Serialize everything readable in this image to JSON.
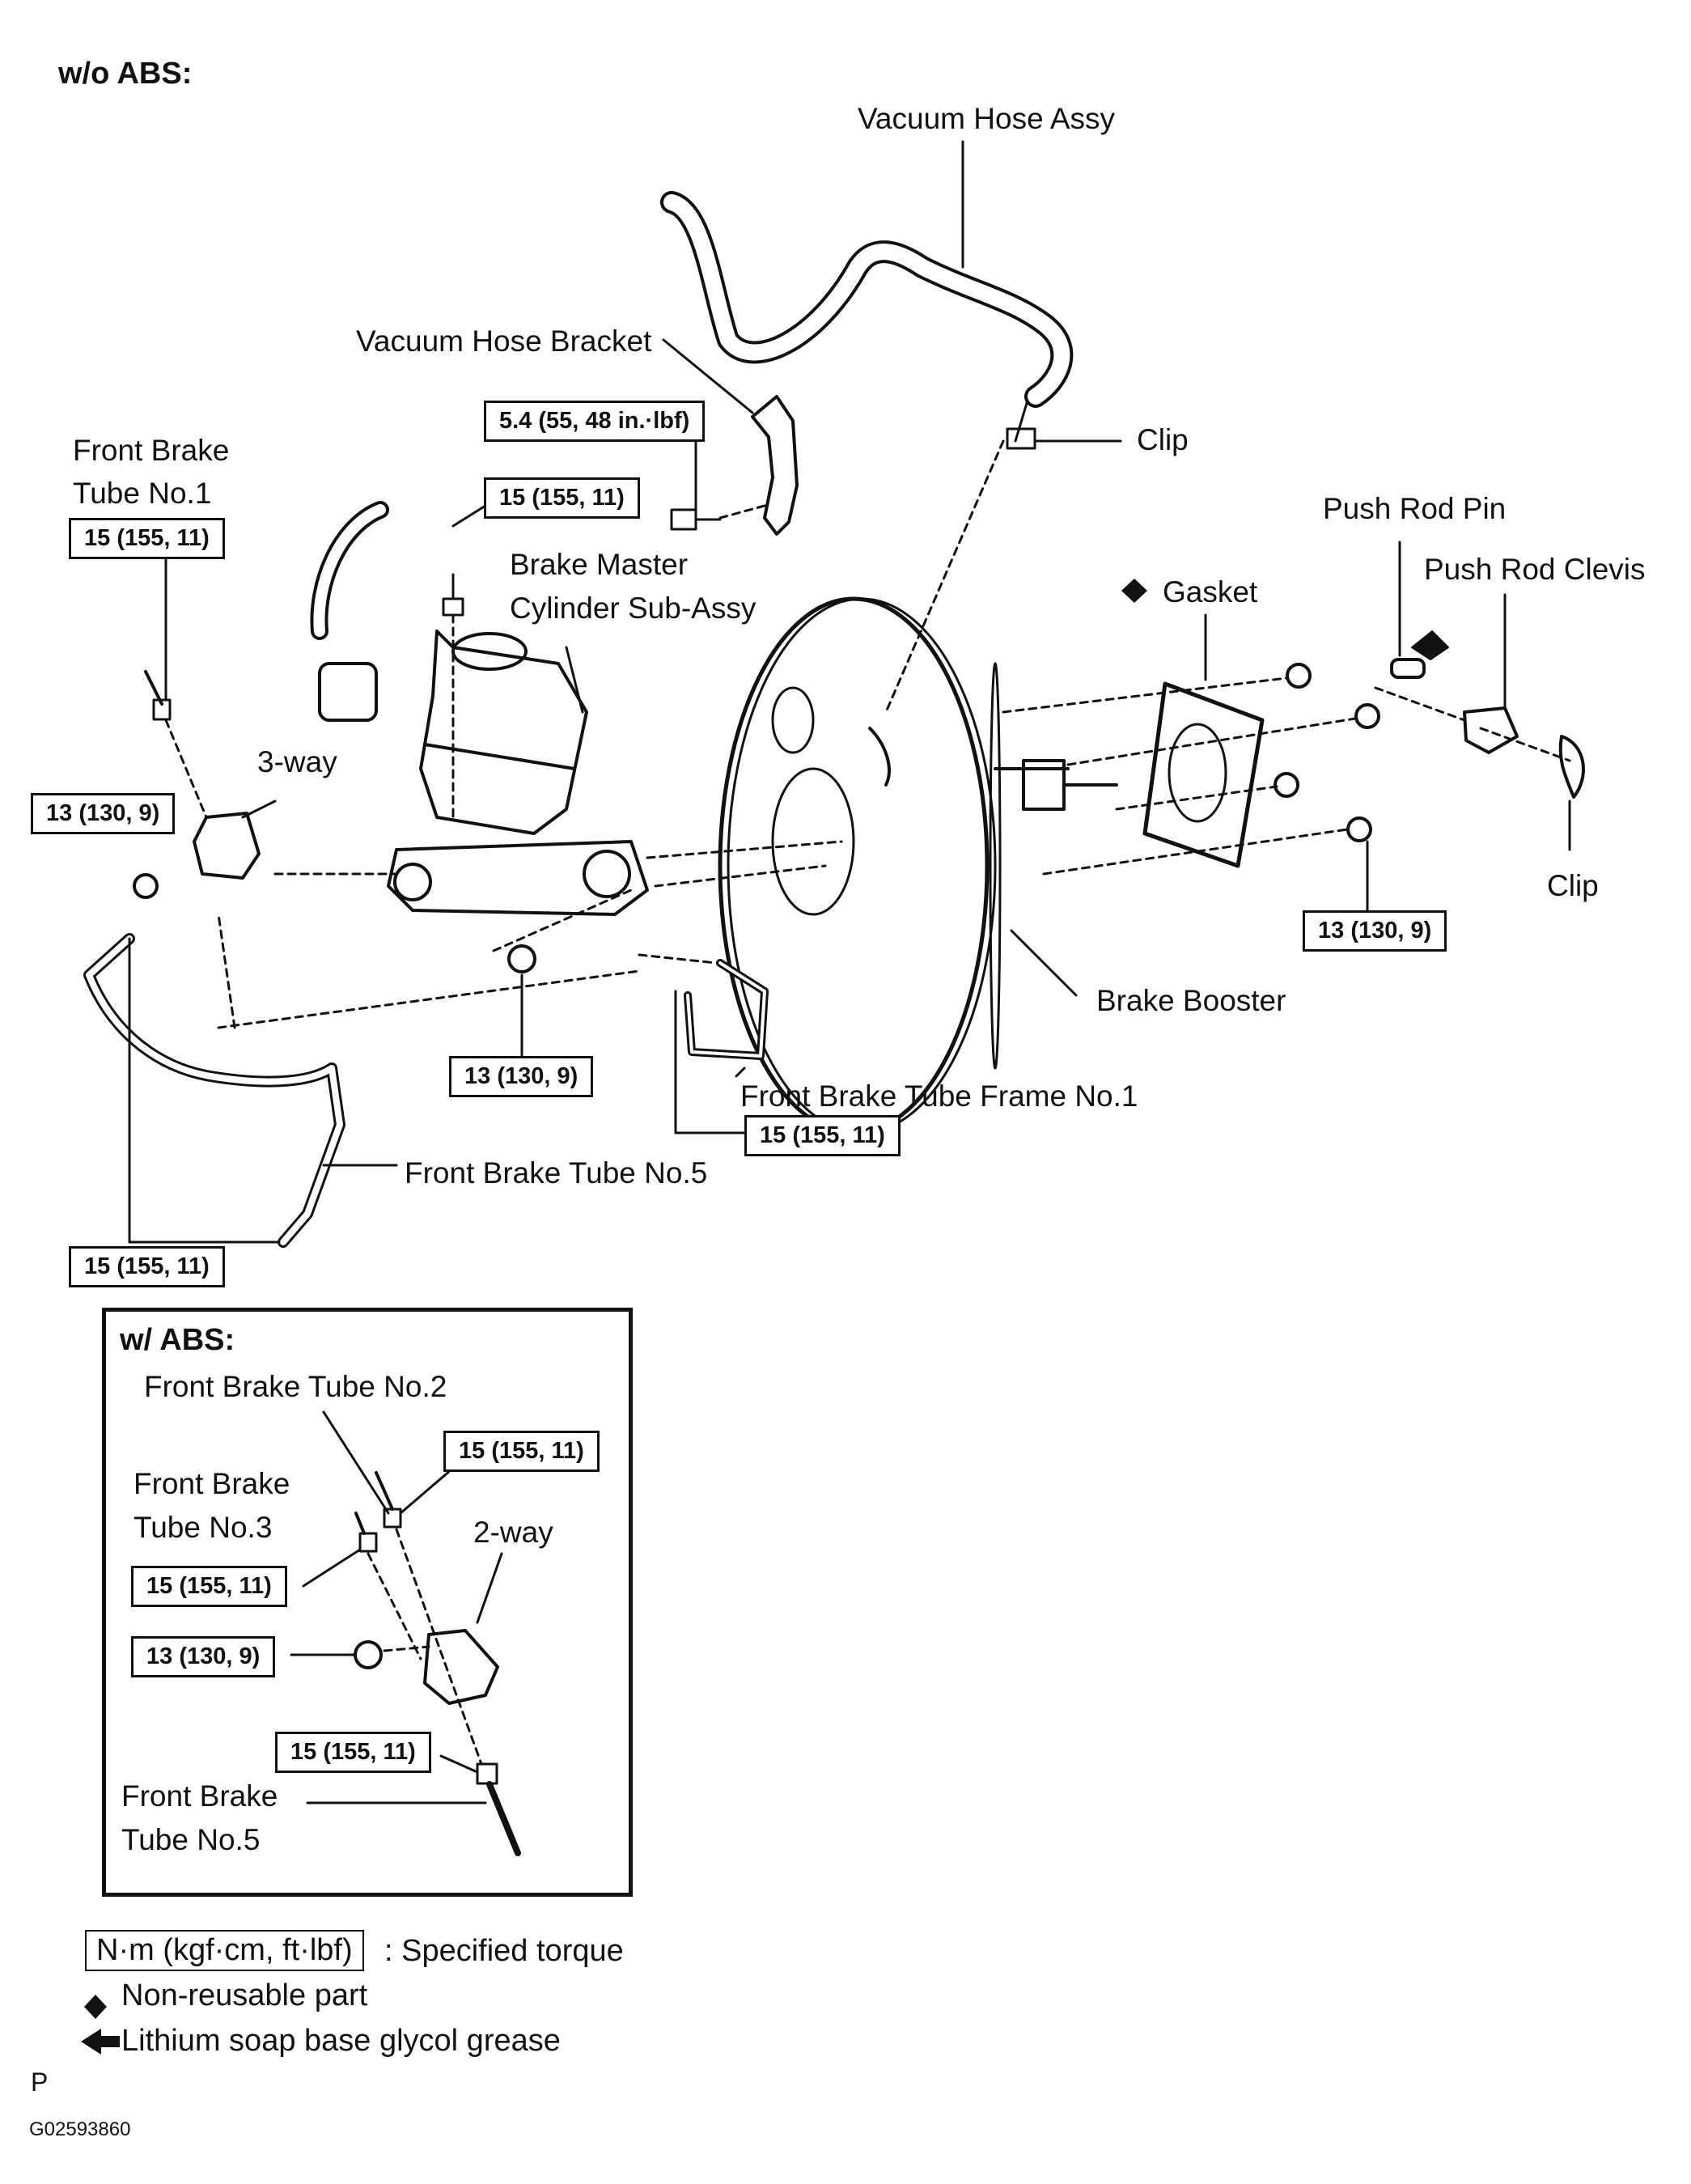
{
  "section_wo_abs": "w/o ABS:",
  "section_w_abs": "w/ ABS:",
  "labels": {
    "vacuum_hose_assy": "Vacuum Hose Assy",
    "vacuum_hose_bracket": "Vacuum Hose Bracket",
    "clip_top": "Clip",
    "front_brake_tube_no1_a": "Front Brake",
    "front_brake_tube_no1_b": "Tube No.1",
    "brake_master_a": "Brake Master",
    "brake_master_b": "Cylinder Sub-Assy",
    "push_rod_pin": "Push Rod Pin",
    "push_rod_clevis": "Push Rod Clevis",
    "gasket": "Gasket",
    "three_way": "3-way",
    "clip_right": "Clip",
    "brake_booster": "Brake Booster",
    "front_brake_tube_frame": "Front Brake Tube  Frame No.1",
    "front_brake_tube_no5": "Front Brake Tube No.5",
    "inset_front_brake_tube_no2": "Front Brake Tube No.2",
    "inset_front_brake_tube_no3_a": "Front Brake",
    "inset_front_brake_tube_no3_b": "Tube No.3",
    "inset_two_way": "2-way",
    "inset_front_brake_tube_no5_a": "Front Brake",
    "inset_front_brake_tube_no5_b": "Tube No.5"
  },
  "torques": {
    "bracket_bolt": "5.4 (55, 48 in.·lbf)",
    "master_top": "15 (155, 11)",
    "tube_no1": "15 (155, 11)",
    "three_way_nut": "13 (130, 9)",
    "master_nut": "13 (130, 9)",
    "booster_nut": "13 (130, 9)",
    "frame_tube": "15 (155, 11)",
    "tube_no5": "15 (155, 11)",
    "inset_no2": "15 (155, 11)",
    "inset_no3": "15 (155, 11)",
    "inset_nut": "13 (130, 9)",
    "inset_no5": "15 (155, 11)"
  },
  "legend": {
    "torque_box": "N·m (kgf·cm, ft·lbf)",
    "torque_text": ": Specified torque",
    "non_reusable": "Non-reusable part",
    "grease": "Lithium soap base glycol grease"
  },
  "footer": {
    "letter": "P",
    "code": "G02593860"
  },
  "icons": {
    "non_reusable": "black-diamond-icon",
    "grease": "black-arrow-icon"
  }
}
